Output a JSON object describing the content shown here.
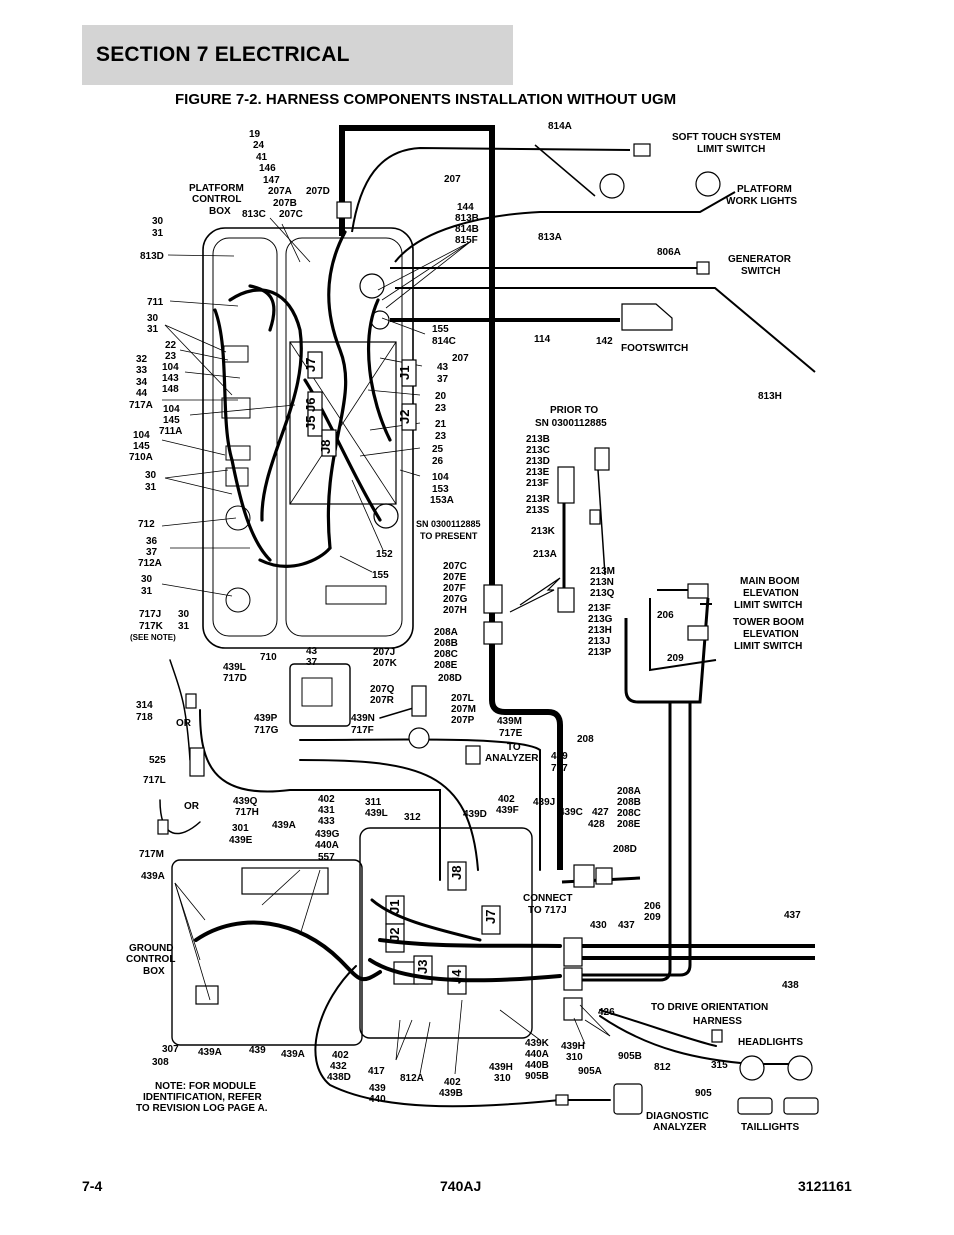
{
  "header": {
    "section_title": "SECTION 7   ELECTRICAL",
    "figure_title": "FIGURE 7-2. HARNESS COMPONENTS INSTALLATION WITHOUT UGM"
  },
  "labels": {
    "l1": "19",
    "l2": "24",
    "l3": "41",
    "l4": "146",
    "l5": "147",
    "l6": "207A",
    "l7": "207B",
    "l8": "207C",
    "l9": "207D",
    "l10": "PLATFORM",
    "l11": "CONTROL",
    "l12": "BOX",
    "l13": "813C",
    "l14": "30",
    "l15": "31",
    "l16": "813D",
    "l17": "711",
    "l18": "30",
    "l19": "31",
    "l20": "22",
    "l21": "23",
    "l22": "104",
    "l23": "143",
    "l24": "148",
    "l25": "32",
    "l26": "33",
    "l27": "34",
    "l28": "44",
    "l29": "717A",
    "l30": "104",
    "l31": "145",
    "l32": "711A",
    "l33": "104",
    "l34": "145",
    "l35": "710A",
    "l36": "30",
    "l37": "31",
    "l38": "712",
    "l39": "36",
    "l40": "37",
    "l41": "712A",
    "l42": "30",
    "l43": "31",
    "l44": "717J",
    "l45": "717K",
    "l46": "30",
    "l47": "31",
    "l48": "(SEE NOTE)",
    "l49": "710",
    "l50": "207",
    "l51": "144",
    "l52": "813B",
    "l53": "814B",
    "l54": "815F",
    "l55": "155",
    "l56": "814C",
    "l57": "207",
    "l58": "43",
    "l59": "37",
    "l60": "20",
    "l61": "23",
    "l62": "21",
    "l63": "23",
    "l64": "25",
    "l65": "26",
    "l66": "104",
    "l67": "153",
    "l68": "153A",
    "l69": "152",
    "l70": "155",
    "l71": "43",
    "l72": "37",
    "l73": "SN 0300112885",
    "l74": "TO PRESENT",
    "l75": "814A",
    "l76": "SOFT TOUCH SYSTEM",
    "l77": "LIMIT SWITCH",
    "l78": "PLATFORM",
    "l79": "WORK LIGHTS",
    "l80": "813A",
    "l81": "806A",
    "l82": "GENERATOR",
    "l83": "SWITCH",
    "l84": "114",
    "l85": "142",
    "l86": "FOOTSWITCH",
    "l87": "813H",
    "l88": "PRIOR TO",
    "l89": "SN 0300112885",
    "l90": "213B",
    "l91": "213C",
    "l92": "213D",
    "l93": "213E",
    "l94": "213F",
    "l95": "213R",
    "l96": "213S",
    "l97": "213K",
    "l98": "213A",
    "l99": "213M",
    "l100": "213N",
    "l101": "213Q",
    "l102": "213F",
    "l103": "213G",
    "l104": "213H",
    "l105": "213J",
    "l106": "213P",
    "l107": "MAIN BOOM",
    "l108": "ELEVATION",
    "l109": "LIMIT SWITCH",
    "l110": "206",
    "l111": "TOWER BOOM",
    "l112": "ELEVATION",
    "l113": "LIMIT SWITCH",
    "l114": "209",
    "l115": "207C",
    "l116": "207E",
    "l117": "207F",
    "l118": "207G",
    "l119": "207H",
    "l120": "208A",
    "l121": "208B",
    "l122": "208C",
    "l123": "208E",
    "l124": "208D",
    "l125": "207J",
    "l126": "207K",
    "l127": "207Q",
    "l128": "207R",
    "l129": "207L",
    "l130": "207M",
    "l131": "207P",
    "l132": "208",
    "l133": "439L",
    "l134": "717D",
    "l135": "439P",
    "l136": "717G",
    "l137": "439N",
    "l138": "717F",
    "l139": "439M",
    "l140": "717E",
    "l141": "TO",
    "l142": "ANALYZER",
    "l143": "439",
    "l144": "717",
    "l145": "314",
    "l146": "718",
    "l147": "OR",
    "l148": "525",
    "l149": "717L",
    "l150": "OR",
    "l151": "717M",
    "l152": "439Q",
    "l153": "717H",
    "l154": "402",
    "l155": "431",
    "l156": "433",
    "l157": "311",
    "l158": "439L",
    "l159": "312",
    "l160": "439D",
    "l161": "402",
    "l162": "439F",
    "l163": "439J",
    "l164": "439C",
    "l165": "427",
    "l166": "428",
    "l167": "208A",
    "l168": "208B",
    "l169": "208C",
    "l170": "208E",
    "l171": "208D",
    "l172": "301",
    "l173": "439E",
    "l174": "439A",
    "l175": "439G",
    "l176": "440A",
    "l177": "557",
    "l178": "439A",
    "l179": "GROUND",
    "l180": "CONTROL",
    "l181": "BOX",
    "l182": "CONNECT",
    "l183": "TO 717J",
    "l184": "430",
    "l185": "437",
    "l186": "206",
    "l187": "209",
    "l188": "437",
    "l189": "438",
    "l190": "TO DRIVE ORIENTATION",
    "l191": "HARNESS",
    "l192": "HEADLIGHTS",
    "l193": "426",
    "l194": "315",
    "l195": "307",
    "l196": "308",
    "l197": "439A",
    "l198": "439",
    "l199": "439A",
    "l200": "402",
    "l201": "432",
    "l202": "438D",
    "l203": "417",
    "l204": "812A",
    "l205": "439K",
    "l206": "440A",
    "l207": "440B",
    "l208": "905B",
    "l209": "439H",
    "l210": "310",
    "l211": "439H",
    "l212": "310",
    "l213": "905B",
    "l214": "905A",
    "l215": "812",
    "l216": "905",
    "l217": "439",
    "l218": "440",
    "l219": "402",
    "l220": "439B",
    "l221": "DIAGNOSTIC",
    "l222": "ANALYZER",
    "l223": "TAILLIGHTS",
    "l224": "NOTE: FOR MODULE",
    "l225": "IDENTIFICATION, REFER",
    "l226": "TO REVISION LOG PAGE A."
  },
  "connectors": {
    "j1": "J1",
    "j2": "J2",
    "j5": "J5",
    "j6": "J6",
    "j7": "J7",
    "j8": "J8",
    "g_j8": "J8",
    "g_j1": "J1",
    "g_j7": "J7",
    "g_j2": "J2",
    "g_j3": "J3",
    "g_j4": "J4"
  },
  "footer": {
    "page": "7-4",
    "model": "740AJ",
    "doc_number": "3121161"
  }
}
